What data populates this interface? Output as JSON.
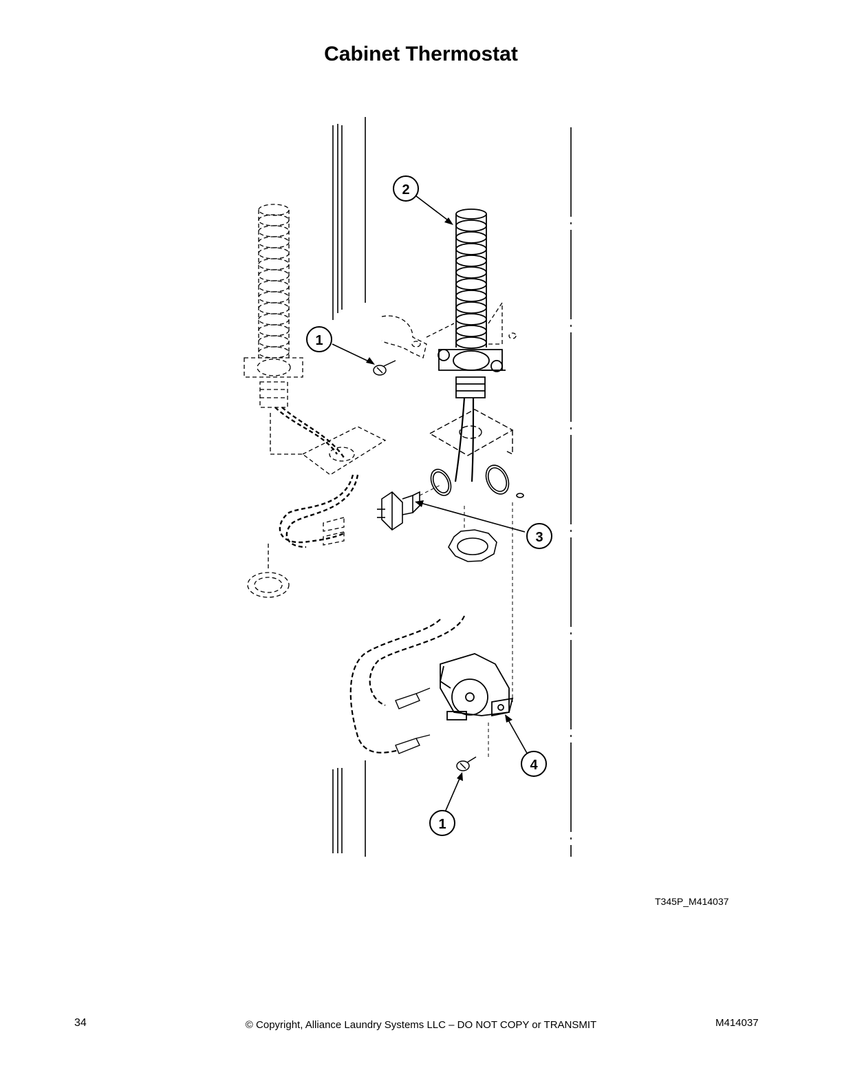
{
  "page": {
    "title": "Cabinet Thermostat",
    "figure_id": "T345P_M414037",
    "page_number": "34",
    "copyright": "© Copyright, Alliance Laundry Systems LLC – DO NOT COPY or TRANSMIT",
    "doc_number": "M414037"
  },
  "callouts": [
    {
      "label": "1"
    },
    {
      "label": "2"
    },
    {
      "label": "3"
    },
    {
      "label": "4"
    },
    {
      "label": "1"
    }
  ]
}
